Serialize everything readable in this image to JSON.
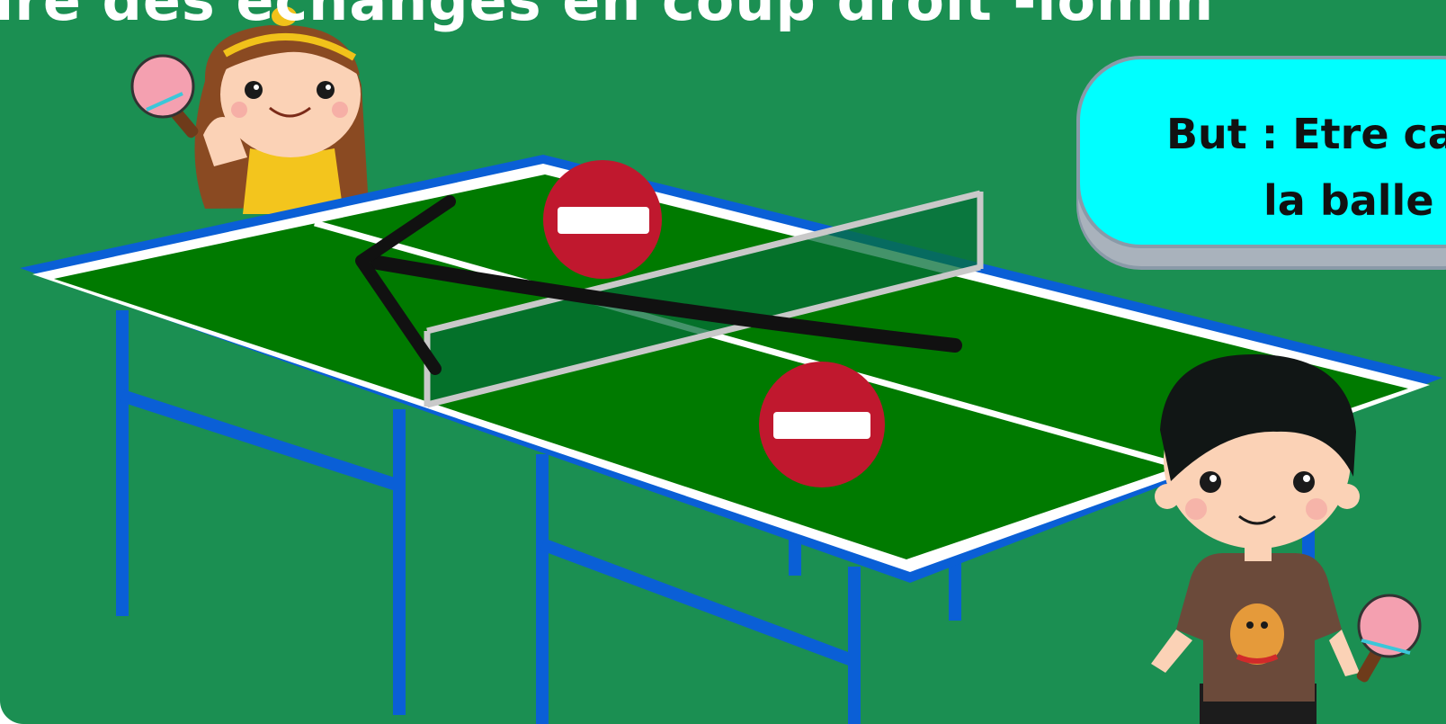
{
  "slide": {
    "title": "ire des échanges en coup droit -lomm",
    "goal": {
      "line1": "But : Etre ca",
      "line2": "la balle "
    }
  },
  "colors": {
    "background": "#1b8f52",
    "table_surface": "#007a00",
    "table_frame": "#0a5fd6",
    "goal_box": "#00ffff",
    "no_entry_sign": "#c0182e",
    "arrow": "#111111"
  },
  "icons": [
    "no-entry-icon",
    "no-entry-icon",
    "arrow-left-icon",
    "girl-player-icon",
    "boy-player-icon",
    "paddle-icon"
  ]
}
